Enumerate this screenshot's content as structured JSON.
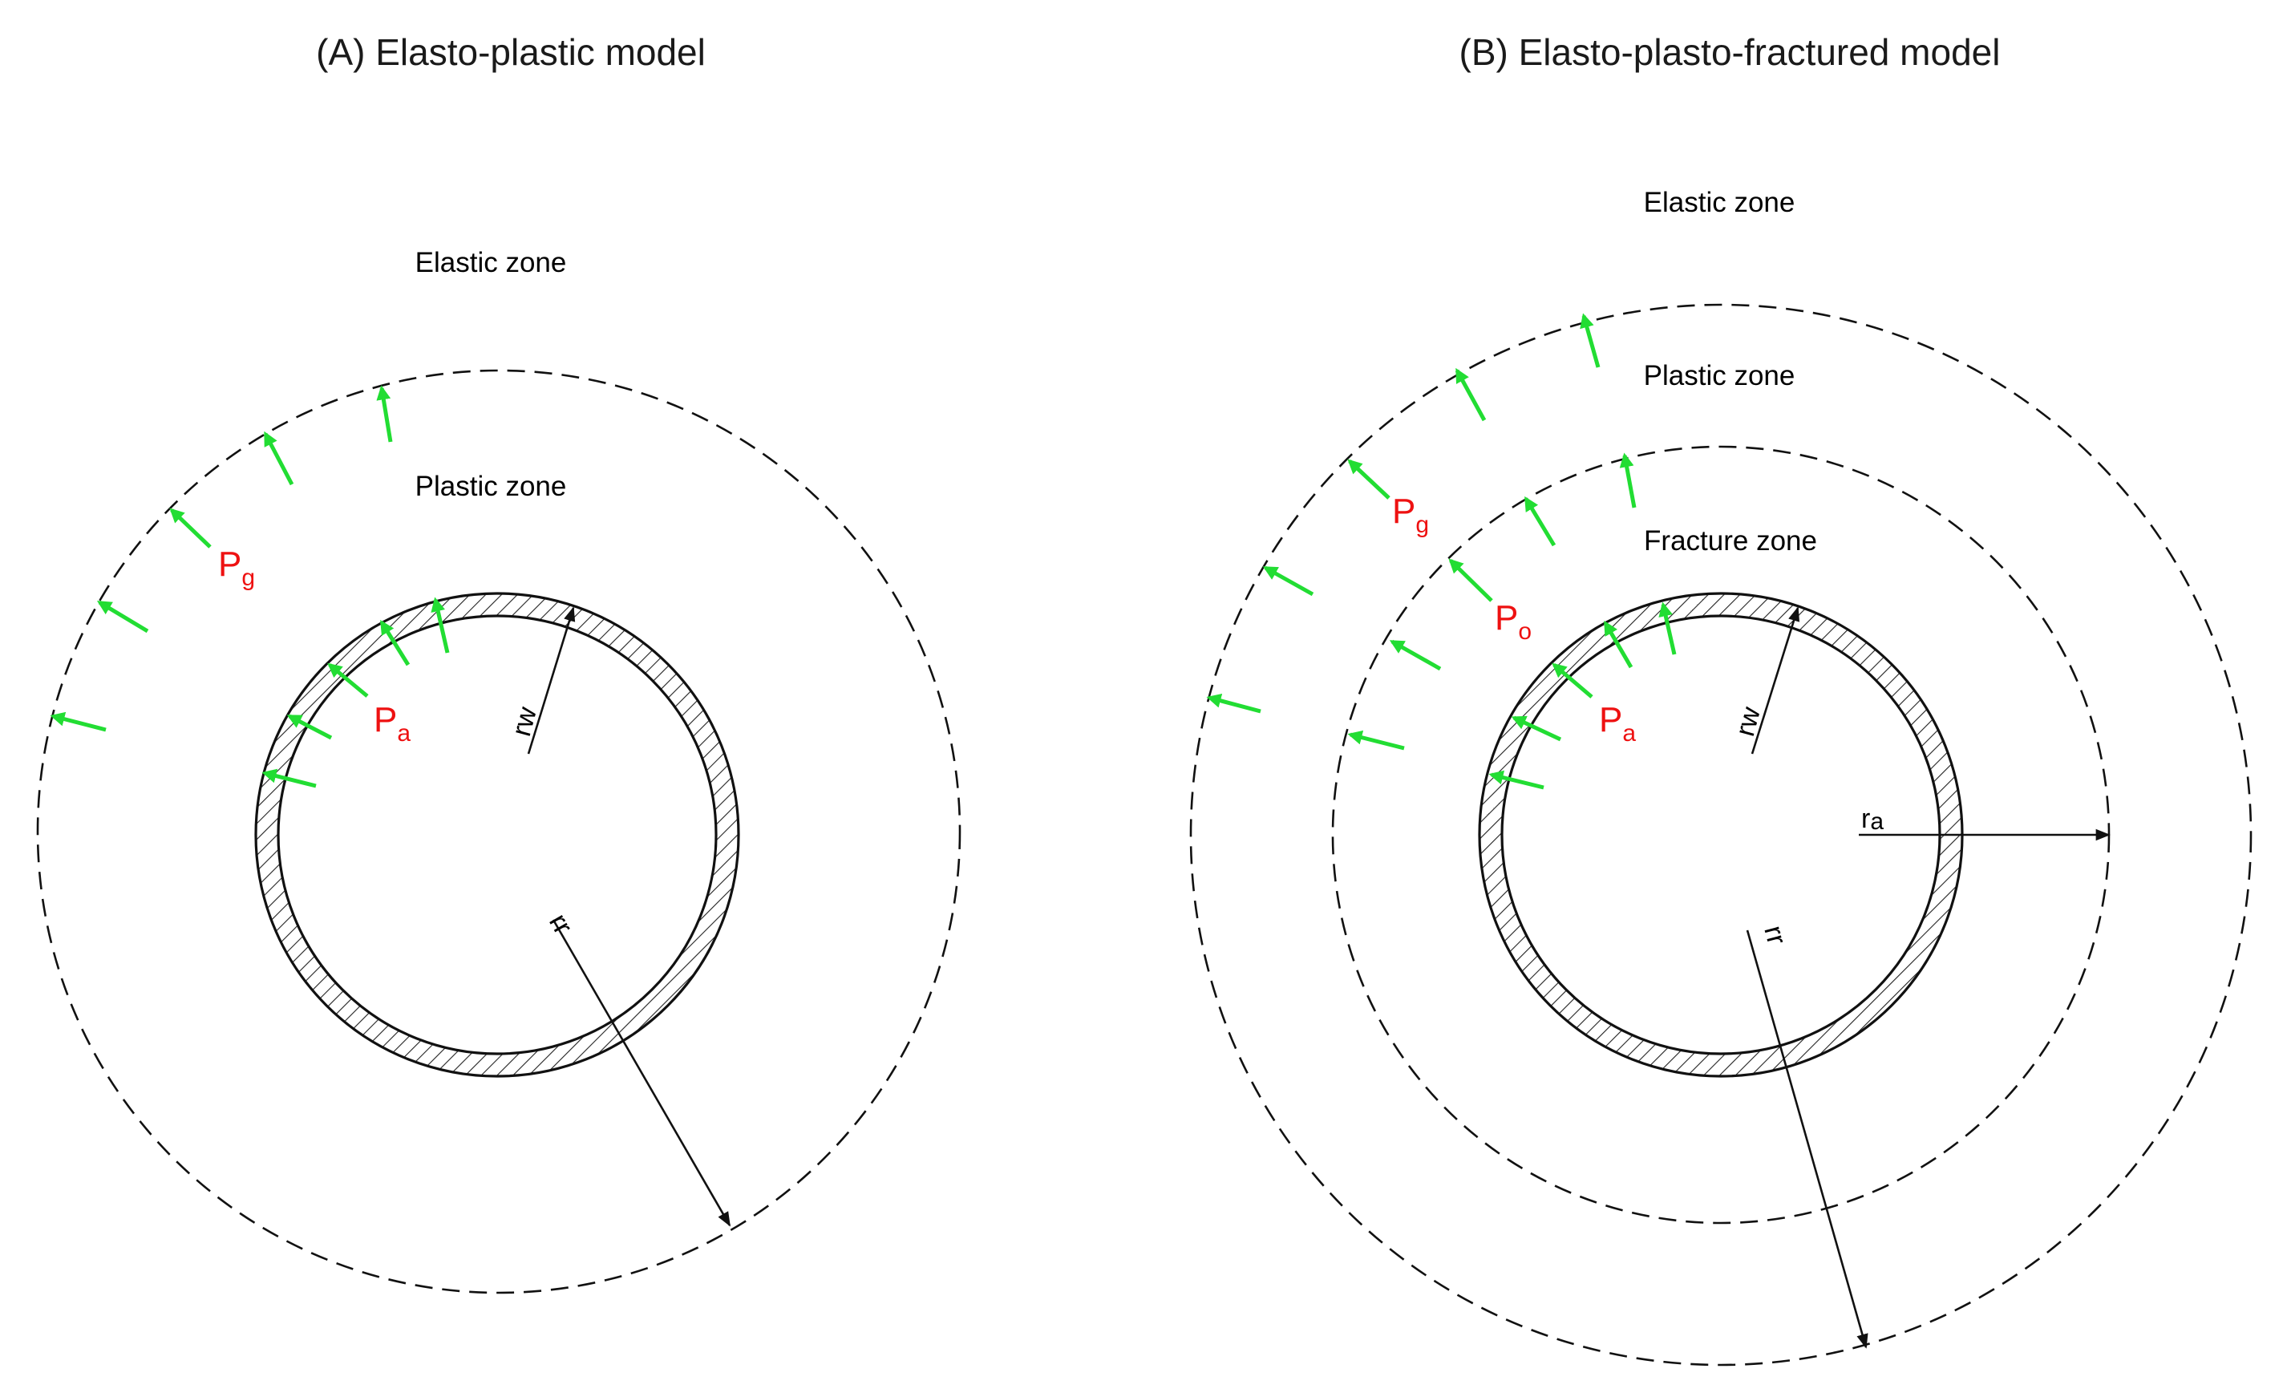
{
  "panel_a": {
    "title": "(A) Elasto-plastic model",
    "zones": {
      "elastic": "Elastic zone",
      "plastic": "Plastic zone"
    },
    "pressures": {
      "pg_main": "P",
      "pg_sub": "g",
      "pa_main": "P",
      "pa_sub": "a"
    },
    "radii": {
      "rw": "rw",
      "rr": "rr"
    }
  },
  "panel_b": {
    "title": "(B) Elasto-plasto-fractured model",
    "zones": {
      "elastic": "Elastic zone",
      "plastic": "Plastic zone",
      "fracture": "Fracture zone"
    },
    "pressures": {
      "pg_main": "P",
      "pg_sub": "g",
      "po_main": "P",
      "po_sub": "o",
      "pa_main": "P",
      "pa_sub": "a"
    },
    "radii": {
      "rw": "rw",
      "ra_main": "r",
      "ra_sub": "a",
      "rr": "rr"
    }
  },
  "colors": {
    "arrow": "#22dd33",
    "pressure_label": "#ee1111",
    "line": "#111111"
  }
}
